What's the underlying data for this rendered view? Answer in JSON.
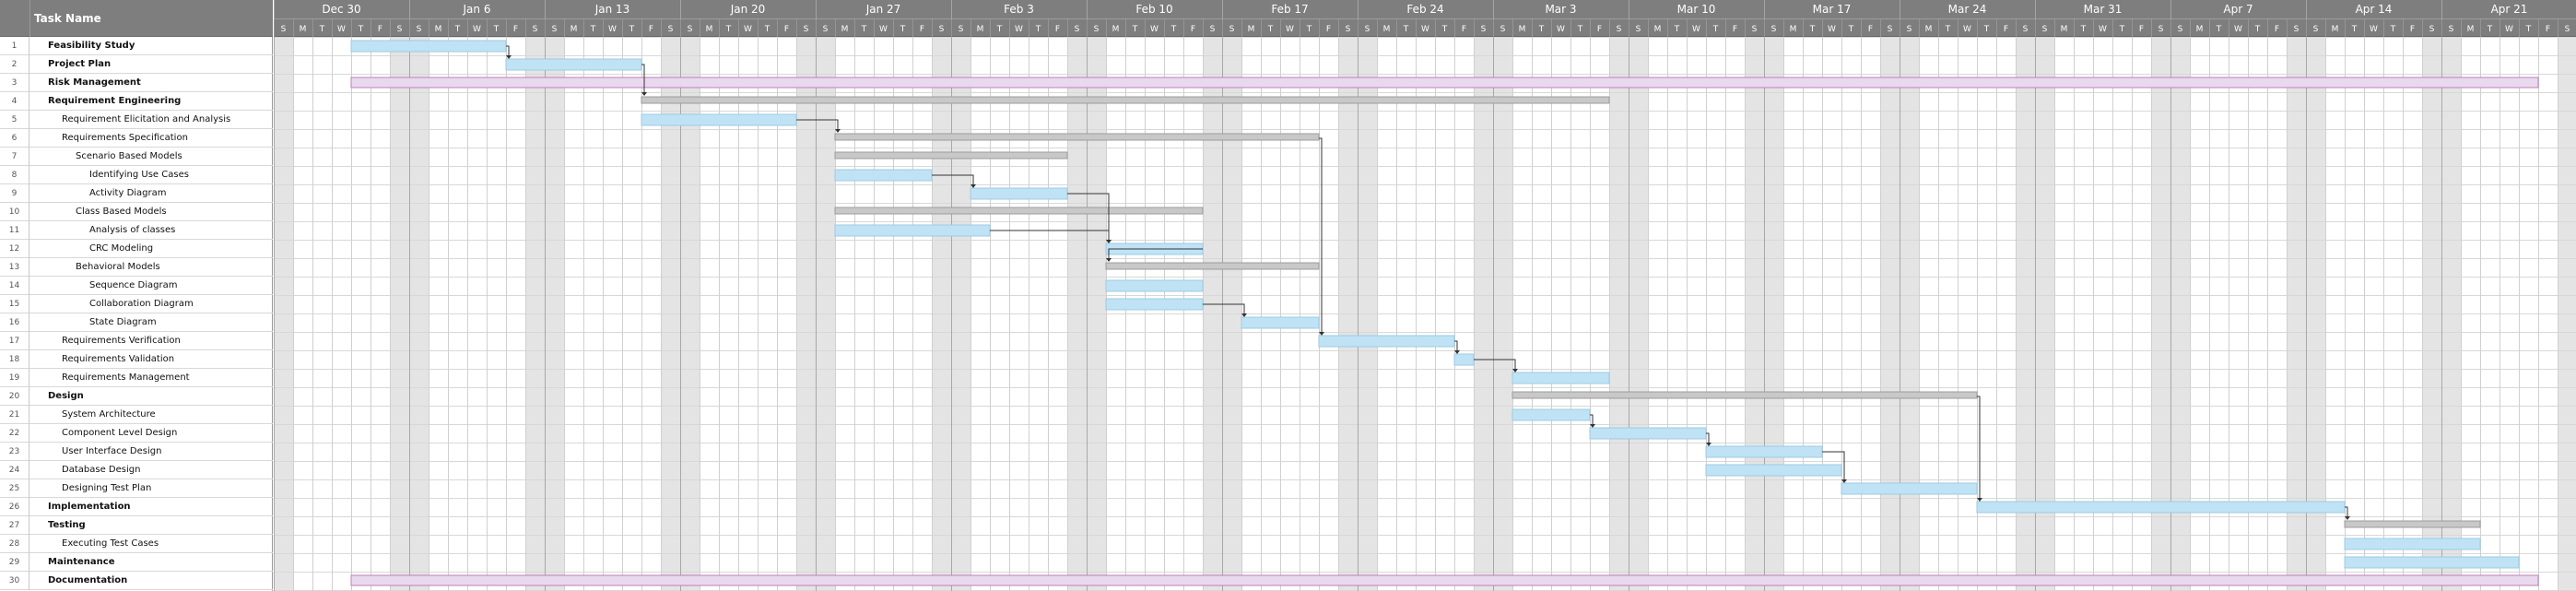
{
  "header": {
    "task_name_label": "Task Name"
  },
  "timeline": {
    "week_labels": [
      "Dec 30",
      "Jan 6",
      "Jan 13",
      "Jan 20",
      "Jan 27",
      "Feb 3",
      "Feb 10",
      "Feb 17",
      "Feb 24",
      "Mar 3",
      "Mar 10",
      "Mar 17",
      "Mar 24",
      "Mar 31",
      "Apr 7",
      "Apr 14",
      "Apr 21"
    ],
    "day_letters": [
      "S",
      "M",
      "T",
      "W",
      "T",
      "F",
      "S"
    ],
    "total_days": 119
  },
  "colors": {
    "header_bg": "#7e7e7e",
    "weekend_bg": "#e4e4e4",
    "task_bar": "#bfe3f5",
    "summary_bar": "#c8c8c8",
    "recurring_bar": "#e9d9ee",
    "recurring_border": "#c07eb8",
    "link_line": "#333333"
  },
  "tasks": [
    {
      "id": 1,
      "name": "Feasibility Study",
      "level": 0,
      "summary": true,
      "type": "task",
      "start": 4,
      "end": 12
    },
    {
      "id": 2,
      "name": "Project Plan",
      "level": 0,
      "summary": true,
      "type": "task",
      "start": 12,
      "end": 19
    },
    {
      "id": 3,
      "name": "Risk Management",
      "level": 0,
      "summary": true,
      "type": "recurring",
      "start": 4,
      "end": 117
    },
    {
      "id": 4,
      "name": "Requirement Engineering",
      "level": 0,
      "summary": true,
      "type": "summary",
      "start": 19,
      "end": 69
    },
    {
      "id": 5,
      "name": "Requirement Elicitation and Analysis",
      "level": 1,
      "summary": false,
      "type": "task",
      "start": 19,
      "end": 27
    },
    {
      "id": 6,
      "name": "Requirements Specification",
      "level": 1,
      "summary": false,
      "type": "summary",
      "start": 29,
      "end": 54
    },
    {
      "id": 7,
      "name": "Scenario Based Models",
      "level": 2,
      "summary": false,
      "type": "summary",
      "start": 29,
      "end": 41
    },
    {
      "id": 8,
      "name": "Identifying Use Cases",
      "level": 3,
      "summary": false,
      "type": "task",
      "start": 29,
      "end": 34
    },
    {
      "id": 9,
      "name": "Activity Diagram",
      "level": 3,
      "summary": false,
      "type": "task",
      "start": 36,
      "end": 41
    },
    {
      "id": 10,
      "name": "Class Based Models",
      "level": 2,
      "summary": false,
      "type": "summary",
      "start": 29,
      "end": 48
    },
    {
      "id": 11,
      "name": "Analysis of classes",
      "level": 3,
      "summary": false,
      "type": "task",
      "start": 29,
      "end": 37
    },
    {
      "id": 12,
      "name": "CRC Modeling",
      "level": 3,
      "summary": false,
      "type": "task",
      "start": 43,
      "end": 48
    },
    {
      "id": 13,
      "name": "Behavioral Models",
      "level": 2,
      "summary": false,
      "type": "summary",
      "start": 43,
      "end": 54
    },
    {
      "id": 14,
      "name": "Sequence Diagram",
      "level": 3,
      "summary": false,
      "type": "task",
      "start": 43,
      "end": 48
    },
    {
      "id": 15,
      "name": "Collaboration Diagram",
      "level": 3,
      "summary": false,
      "type": "task",
      "start": 43,
      "end": 48
    },
    {
      "id": 16,
      "name": "State Diagram",
      "level": 3,
      "summary": false,
      "type": "task",
      "start": 50,
      "end": 54
    },
    {
      "id": 17,
      "name": "Requirements Verification",
      "level": 1,
      "summary": false,
      "type": "task",
      "start": 54,
      "end": 61
    },
    {
      "id": 18,
      "name": "Requirements Validation",
      "level": 1,
      "summary": false,
      "type": "task",
      "start": 61,
      "end": 62
    },
    {
      "id": 19,
      "name": "Requirements Management",
      "level": 1,
      "summary": false,
      "type": "task",
      "start": 64,
      "end": 69
    },
    {
      "id": 20,
      "name": "Design",
      "level": 0,
      "summary": true,
      "type": "summary",
      "start": 64,
      "end": 88
    },
    {
      "id": 21,
      "name": "System Architecture",
      "level": 1,
      "summary": false,
      "type": "task",
      "start": 64,
      "end": 68
    },
    {
      "id": 22,
      "name": "Component Level Design",
      "level": 1,
      "summary": false,
      "type": "task",
      "start": 68,
      "end": 74
    },
    {
      "id": 23,
      "name": "User Interface Design",
      "level": 1,
      "summary": false,
      "type": "task",
      "start": 74,
      "end": 80
    },
    {
      "id": 24,
      "name": "Database Design",
      "level": 1,
      "summary": false,
      "type": "task",
      "start": 74,
      "end": 81
    },
    {
      "id": 25,
      "name": "Designing Test Plan",
      "level": 1,
      "summary": false,
      "type": "task",
      "start": 81,
      "end": 88
    },
    {
      "id": 26,
      "name": "Implementation",
      "level": 0,
      "summary": true,
      "type": "task",
      "start": 88,
      "end": 107
    },
    {
      "id": 27,
      "name": "Testing",
      "level": 0,
      "summary": true,
      "type": "summary",
      "start": 107,
      "end": 114
    },
    {
      "id": 28,
      "name": "Executing Test Cases",
      "level": 1,
      "summary": false,
      "type": "task",
      "start": 107,
      "end": 114
    },
    {
      "id": 29,
      "name": "Maintenance",
      "level": 0,
      "summary": true,
      "type": "task",
      "start": 107,
      "end": 116
    },
    {
      "id": 30,
      "name": "Documentation",
      "level": 0,
      "summary": true,
      "type": "recurring",
      "start": 4,
      "end": 117
    }
  ],
  "links": [
    [
      1,
      2
    ],
    [
      2,
      4
    ],
    [
      5,
      6
    ],
    [
      8,
      9
    ],
    [
      9,
      12
    ],
    [
      11,
      12
    ],
    [
      12,
      13
    ],
    [
      15,
      16
    ],
    [
      6,
      17
    ],
    [
      17,
      18
    ],
    [
      18,
      19
    ],
    [
      21,
      22
    ],
    [
      22,
      23
    ],
    [
      23,
      25
    ],
    [
      20,
      26
    ],
    [
      26,
      27
    ]
  ]
}
